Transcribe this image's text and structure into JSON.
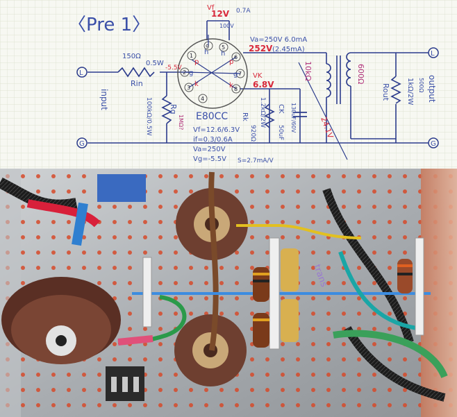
{
  "schematic": {
    "title": "〈Pre 1〉",
    "input_label": "input",
    "output_label": "output",
    "output_sub": "500Ω",
    "vf_value": "12V",
    "vf_label": "Vf",
    "vf_current": "0.7A",
    "vf_cap": "100V",
    "va_line": "Va=250V 6.0mA",
    "va_red": "252V",
    "va_paren": "(2.45mA)",
    "rin_value": "150Ω",
    "rin_power": "0.5W",
    "rin_label": "Rin",
    "grid_voltage": "-5.5V",
    "rg_label": "Rg",
    "rg_value": "100kΩ/0.5W",
    "rg_extra": "1MΩ?",
    "vk_label": "VK",
    "vk_value": "6.8V",
    "rk_label": "Rk",
    "rk_value": "1.2kΩ/2W",
    "rk_extra": "920Ω",
    "ck_label": "CK",
    "ck_value": "50uF",
    "ck_extra": "130uF/60V",
    "tube_name": "E80CC",
    "tube_vf": "Vf=12.6/6.3V",
    "tube_if": "if=0.3/0.6A",
    "tube_va": "Va=250V",
    "tube_vg": "Vg=-5.5V",
    "gm": "S=2.7mA/V",
    "primary": "10kΩ",
    "secondary": "600Ω",
    "trans_voltage": "24.1V",
    "rout_label": "Rout",
    "rout_value": "1kΩ/2W",
    "pin_h1": "h",
    "pin_h2": "h",
    "pin_p1": "p",
    "pin_p2": "p",
    "pin_g1": "g",
    "pin_g2": "g",
    "pin_k1": "k",
    "pin_k2": "k",
    "pin_n1": "9",
    "pin_n2": "1",
    "pin_n3": "2",
    "pin_n4": "3",
    "pin_n5": "4",
    "pin_n6": "5",
    "pin_n7": "6",
    "pin_n8": "7",
    "pin_n9": "8",
    "l_terminal": "L",
    "g_terminal": "G",
    "r_terminal": "L",
    "r2_terminal": "G"
  },
  "photo": {
    "tag_text": "trans"
  }
}
